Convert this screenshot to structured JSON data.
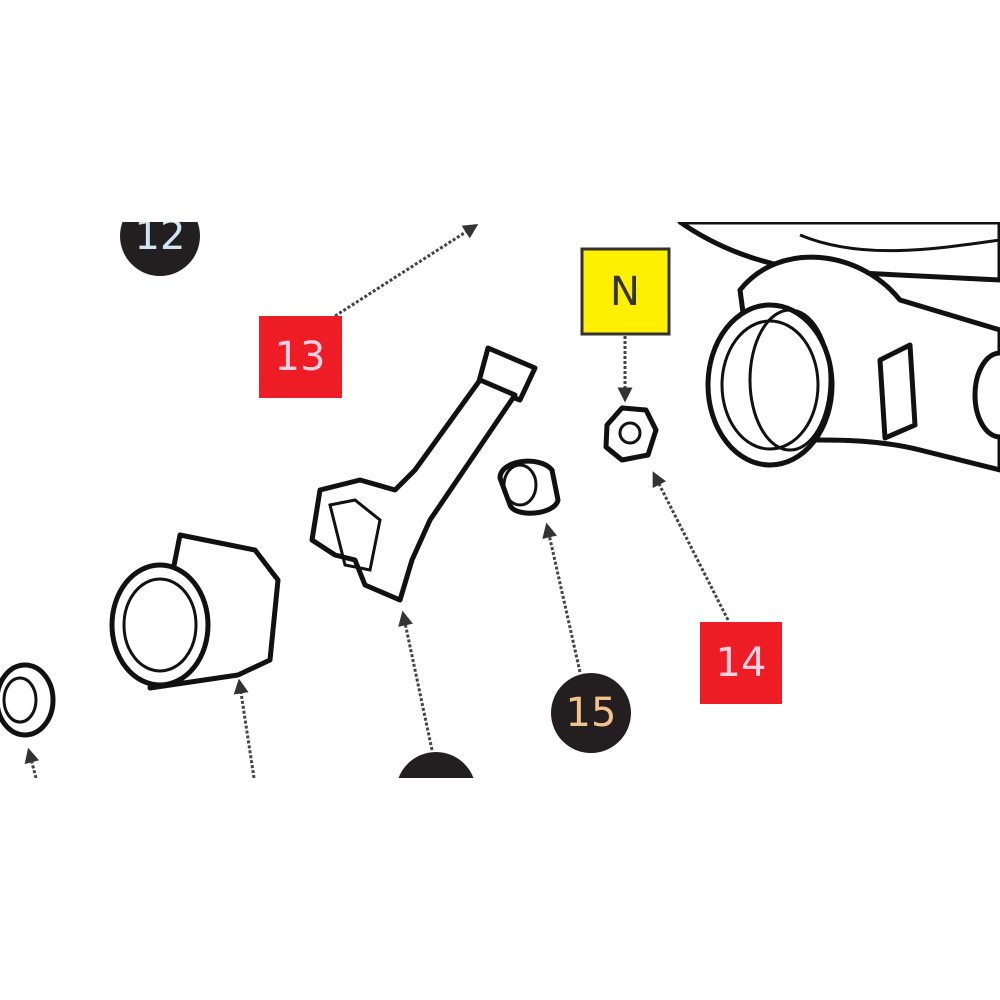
{
  "callouts": {
    "c12": {
      "text": "12",
      "style": "circle"
    },
    "c13": {
      "text": "13",
      "style": "red-square"
    },
    "cN": {
      "text": "N",
      "style": "yellow-square"
    },
    "c14": {
      "text": "14",
      "style": "red-square"
    },
    "c15": {
      "text": "15",
      "style": "circle"
    },
    "c_bottom": {
      "text": "",
      "style": "circle"
    }
  },
  "colors": {
    "red": "#ee1c24",
    "yellow": "#ffef00",
    "dark": "#231f20",
    "circle_text": "#f2c38a"
  }
}
